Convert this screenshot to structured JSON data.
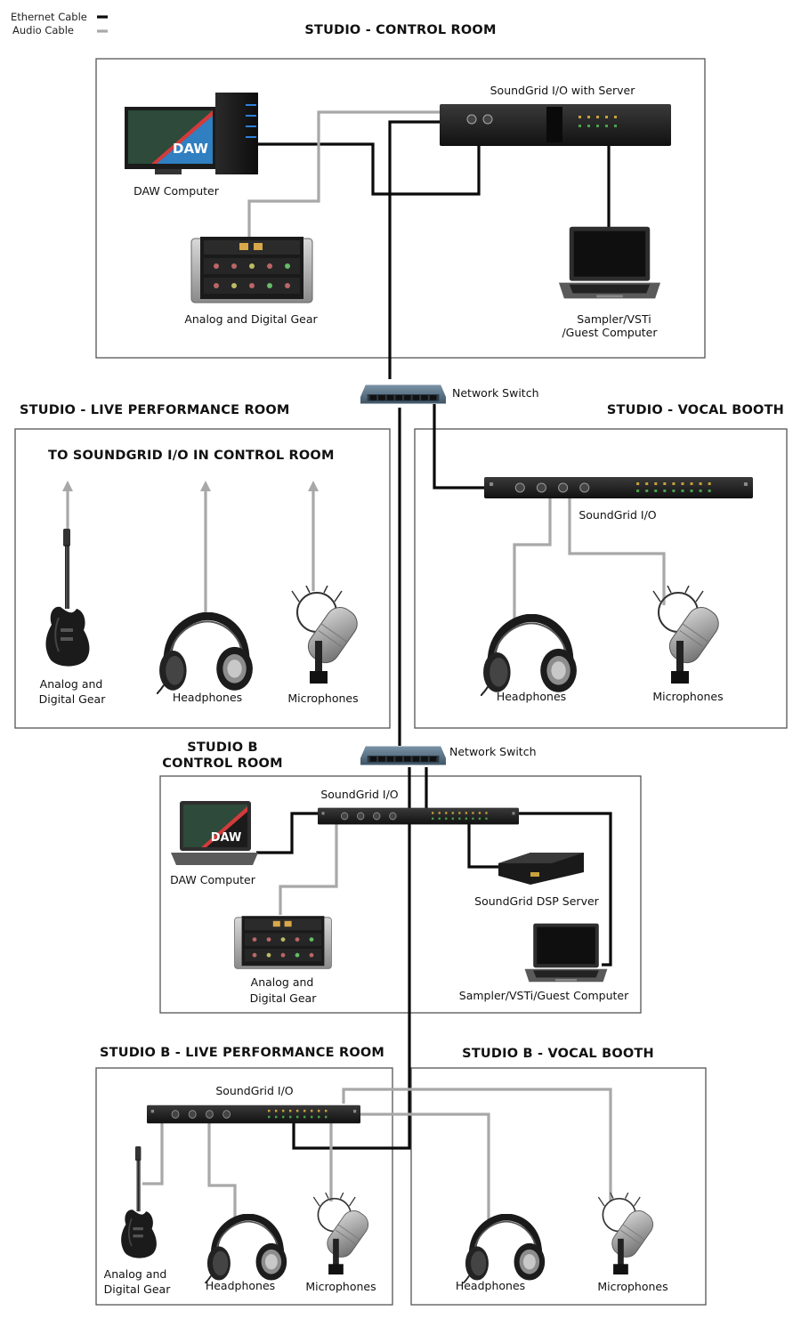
{
  "legend": {
    "ethernet": "Ethernet Cable",
    "audio": "Audio Cable",
    "ethernet_color": "#0a0a0a",
    "audio_color": "#a8a8a8"
  },
  "rooms": {
    "control_room": {
      "title": "STUDIO - CONTROL ROOM",
      "soundgrid": "SoundGrid I/O with Server",
      "daw": "DAW Computer",
      "daw_badge": "DAW",
      "gear": "Analog and Digital Gear",
      "sampler_line1": "Sampler/VSTi",
      "sampler_line2": "/Guest Computer"
    },
    "live_room": {
      "title": "STUDIO - LIVE PERFORMANCE ROOM",
      "subtitle": "TO SOUNDGRID I/O IN CONTROL ROOM",
      "gear_line1": "Analog and",
      "gear_line2": "Digital Gear",
      "headphones": "Headphones",
      "microphones": "Microphones"
    },
    "vocal_booth": {
      "title": "STUDIO - VOCAL BOOTH",
      "soundgrid": "SoundGrid I/O",
      "headphones": "Headphones",
      "microphones": "Microphones"
    },
    "network_switch_1": "Network Switch",
    "network_switch_2": "Network Switch",
    "b_control_room": {
      "title_line1": "STUDIO B",
      "title_line2": "CONTROL ROOM",
      "soundgrid": "SoundGrid I/O",
      "daw": "DAW Computer",
      "daw_badge": "DAW",
      "gear_line1": "Analog and",
      "gear_line2": "Digital Gear",
      "dsp_server": "SoundGrid DSP Server",
      "sampler": "Sampler/VSTi/Guest Computer"
    },
    "b_live_room": {
      "title": "STUDIO B -  LIVE PERFORMANCE ROOM",
      "soundgrid": "SoundGrid I/O",
      "gear_line1": "Analog and",
      "gear_line2": "Digital Gear",
      "headphones": "Headphones",
      "microphones": "Microphones"
    },
    "b_vocal_booth": {
      "title": "STUDIO B - VOCAL BOOTH",
      "headphones": "Headphones",
      "microphones": "Microphones"
    }
  }
}
